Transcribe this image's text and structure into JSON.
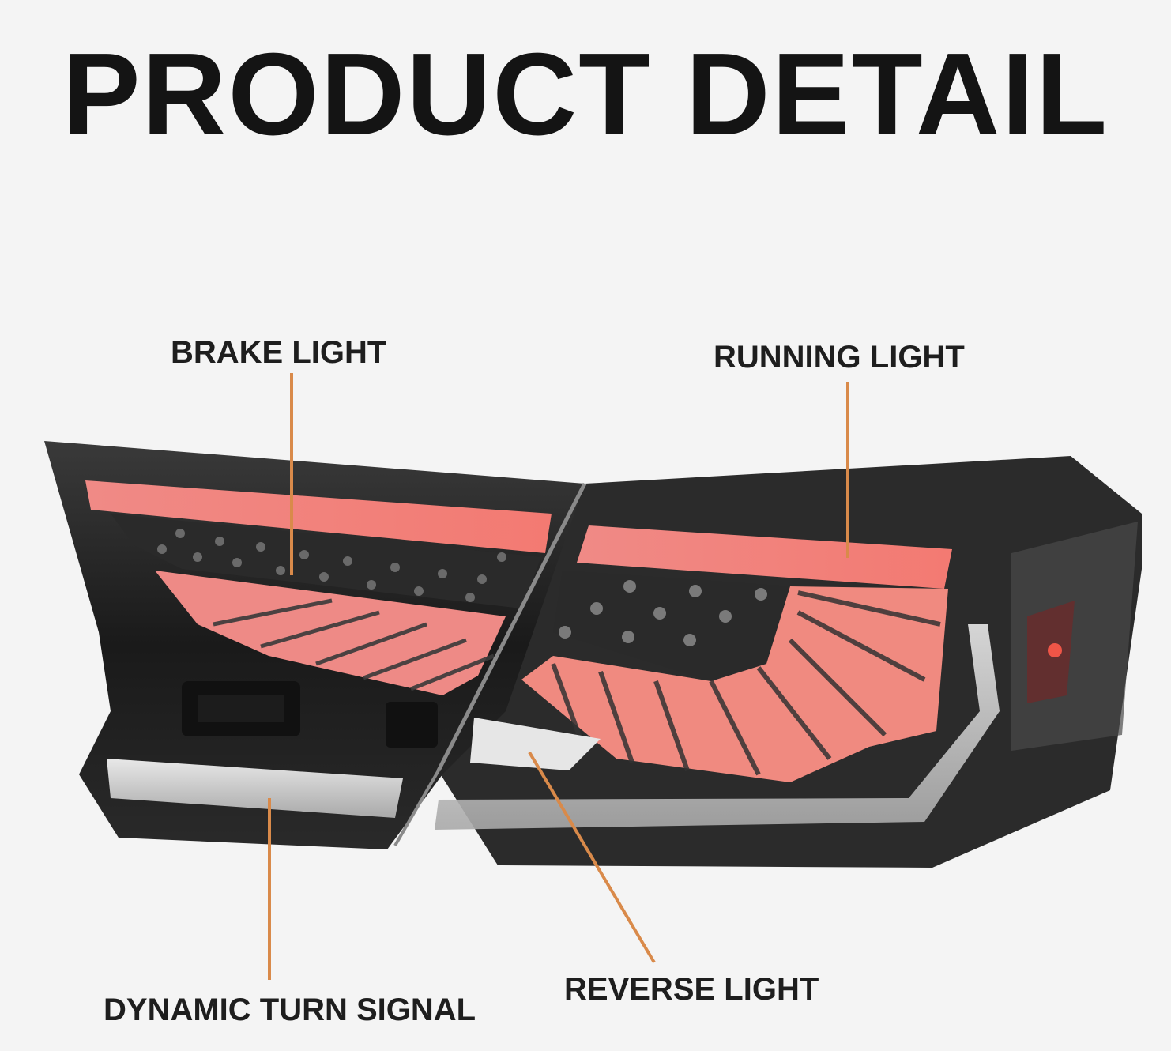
{
  "title": "PRODUCT DETAIL",
  "callouts": {
    "brake_light": "BRAKE LIGHT",
    "running_light": "RUNNING LIGHT",
    "reverse_light": "REVERSE LIGHT",
    "dynamic_turn_signal": "DYNAMIC TURN SIGNAL"
  },
  "colors": {
    "background": "#f4f4f4",
    "text": "#1e1e1e",
    "leader_line": "#d98a4a",
    "housing": "#1c1c1c",
    "light_red": "#f2837f",
    "light_bar_white": "#cfcfcf"
  }
}
